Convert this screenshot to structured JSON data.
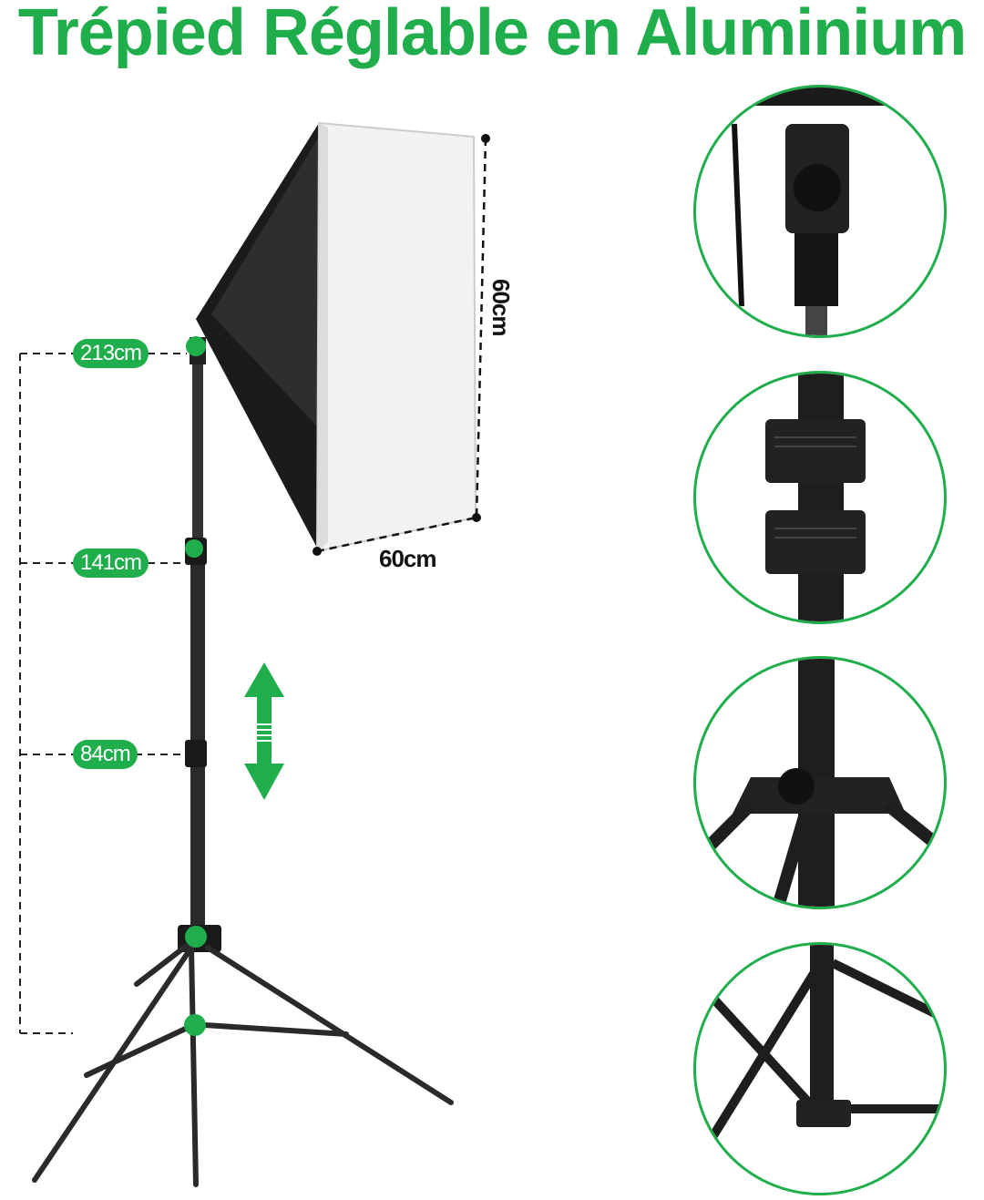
{
  "title": "Trépied Réglable en Aluminium",
  "height_labels": [
    {
      "label": "213cm"
    },
    {
      "label": "141cm"
    },
    {
      "label": "84cm"
    }
  ],
  "softbox": {
    "width_label": "60cm",
    "height_label": "60cm"
  },
  "icons": {
    "adjust_arrow": "double-vertical-arrow"
  },
  "detail_circles": [
    {
      "name": "softbox-mount-detail"
    },
    {
      "name": "pole-lock-clamp-detail"
    },
    {
      "name": "tripod-hub-knob-detail"
    },
    {
      "name": "tripod-base-leg-detail"
    }
  ],
  "colors": {
    "accent": "#1fae4b",
    "dark": "#111111"
  }
}
